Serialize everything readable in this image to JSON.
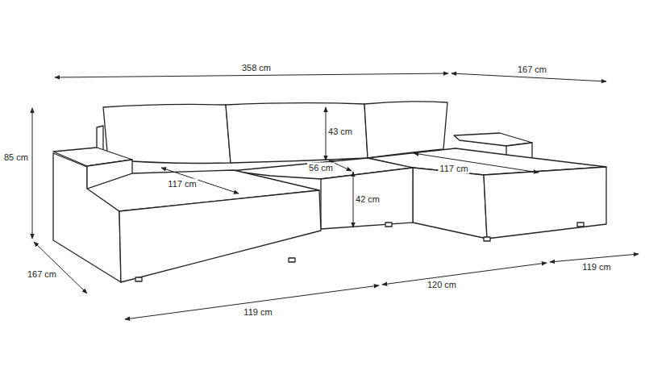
{
  "diagram": {
    "labels": [
      "358 cm",
      "167 cm",
      "85 cm",
      "43 cm",
      "56 cm",
      "117 cm",
      "117 cm",
      "42 cm",
      "167 cm",
      "119 cm",
      "120 cm",
      "119 cm"
    ]
  }
}
